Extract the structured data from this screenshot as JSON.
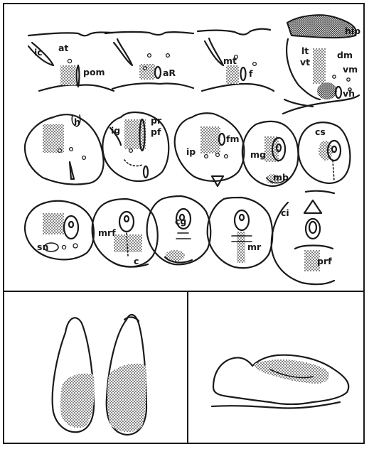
{
  "figure": {
    "labels": {
      "ic": "ic",
      "at": "at",
      "pom": "pom",
      "ah": "aR",
      "mt": "mt",
      "f": "f",
      "hip": "hip",
      "lt": "lt",
      "vt": "vt",
      "dm": "dm",
      "vm": "vm",
      "vh": "vh",
      "h": "h",
      "pr": "pr",
      "pf": "pf",
      "ig": "ig",
      "fm": "fm",
      "ip": "ip",
      "cs": "cs",
      "mg": "mg",
      "mb": "mb",
      "sn": "sn",
      "mrf": "mrf",
      "cg": "cg",
      "c": "c",
      "mr": "mr",
      "ci": "ci",
      "prf": "prf"
    }
  }
}
